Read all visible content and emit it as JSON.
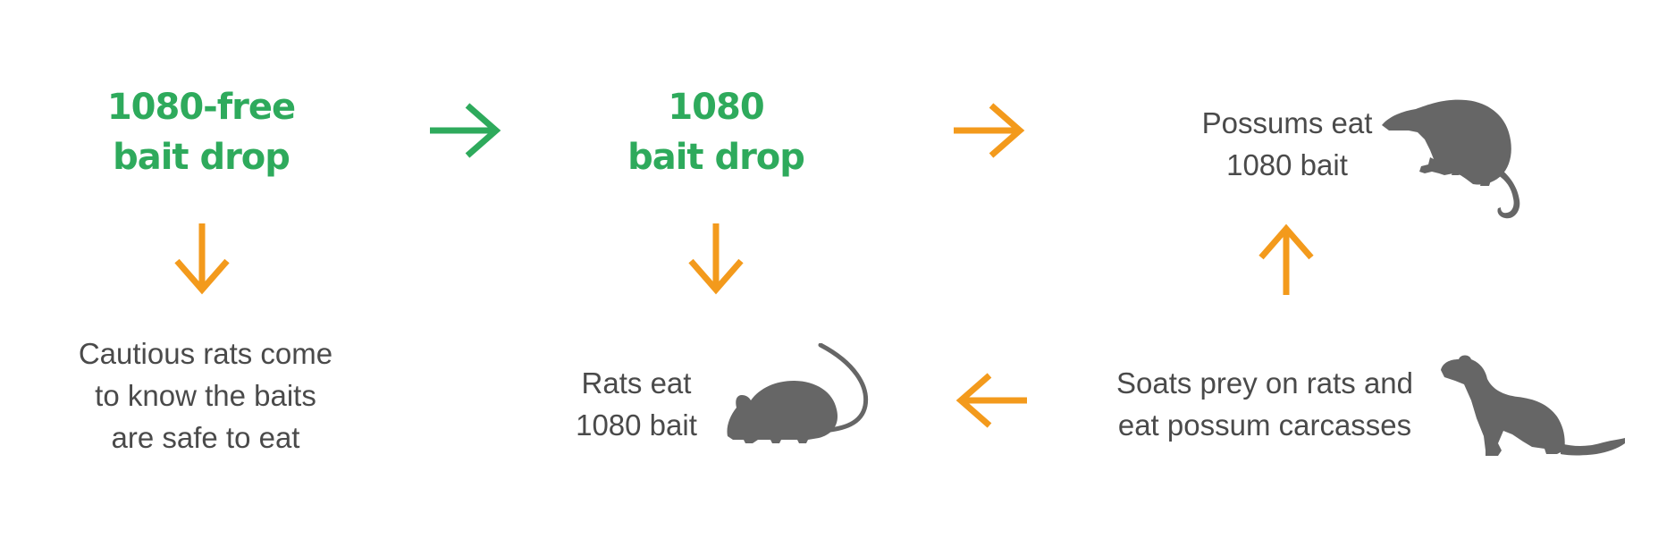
{
  "colors": {
    "green": "#2eaa5c",
    "orange": "#f39a1c",
    "text": "#4a4a4a",
    "animal": "#666666"
  },
  "nodes": {
    "free_drop": {
      "line1": "1080-free",
      "line2": "bait drop"
    },
    "drop_1080": {
      "line1": "1080",
      "line2": "bait drop"
    },
    "possums": {
      "line1": "Possums eat",
      "line2": "1080 bait"
    },
    "cautious": {
      "line1": "Cautious rats come",
      "line2": "to know the baits",
      "line3": "are safe to eat"
    },
    "rats": {
      "line1": "Rats eat",
      "line2": "1080 bait"
    },
    "stoats": {
      "line1": "Soats prey on rats and",
      "line2": "eat possum carcasses"
    }
  },
  "icons": [
    "possum-icon",
    "rat-icon",
    "stoat-icon",
    "arrow-right-icon",
    "arrow-down-icon",
    "arrow-up-icon",
    "arrow-left-icon"
  ]
}
